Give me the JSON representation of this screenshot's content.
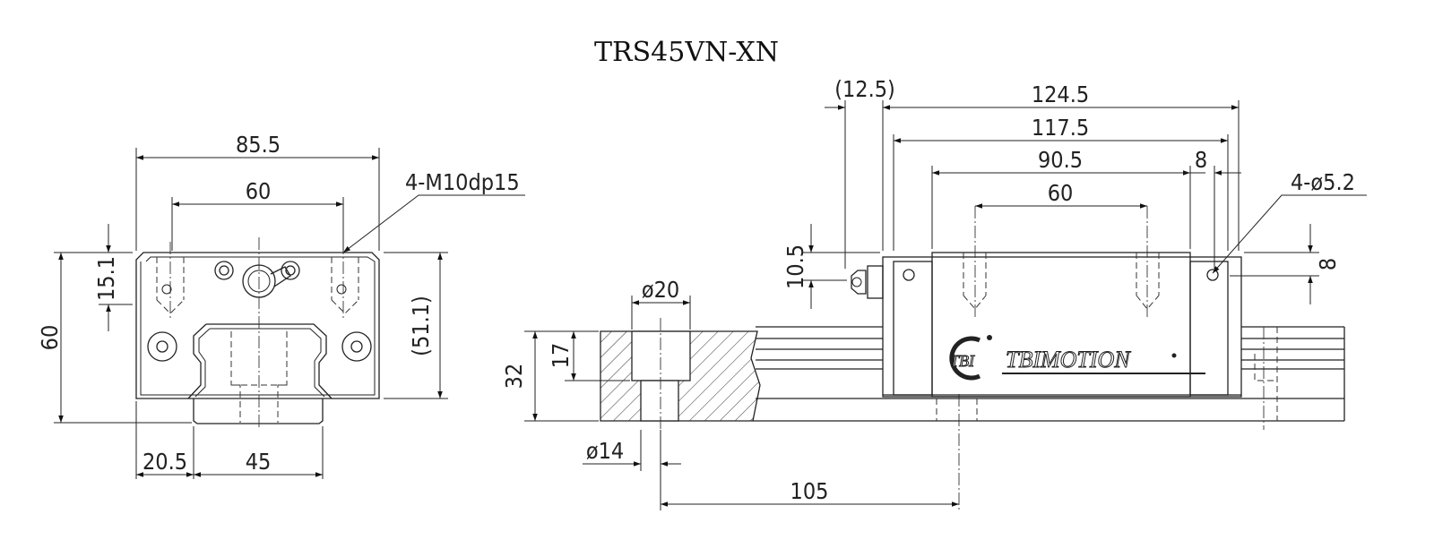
{
  "title": "TRS45VN-XN",
  "end_view": {
    "dims": {
      "overall_width": "85.5",
      "hole_spacing": "60",
      "tap_note": "4-M10dp15",
      "tap_height": "15.1",
      "total_height": "60",
      "block_height": "(51.1)",
      "side_offset": "20.5",
      "rail_width": "45"
    }
  },
  "side_view": {
    "dims": {
      "nipple_length": "(12.5)",
      "overall_length": "124.5",
      "seal_length": "117.5",
      "body_length": "90.5",
      "hole_spacing": "60",
      "plate_offset": "8",
      "hole_note": "4-ø5.2",
      "nipple_height": "10.5",
      "hole_height": "8",
      "counterbore_dia": "ø20",
      "counterbore_depth": "17",
      "rail_height": "32",
      "hole_dia": "ø14",
      "rail_pitch": "105"
    },
    "logo": {
      "mark": "TBI",
      "brand": "TBIMOTION"
    }
  }
}
